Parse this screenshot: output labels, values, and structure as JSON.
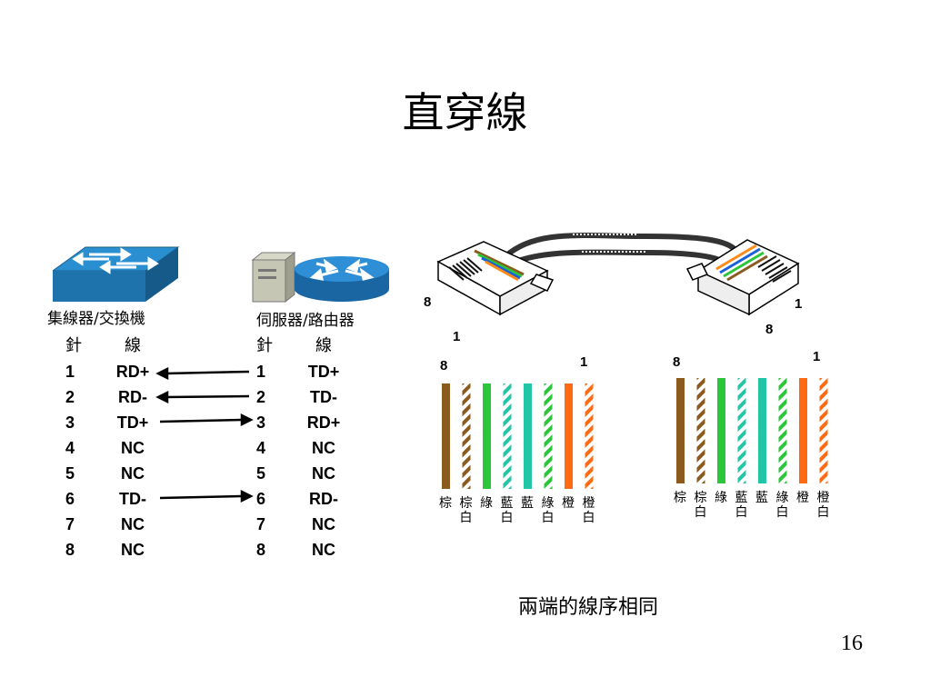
{
  "title": "直穿線",
  "left_device": {
    "label": "集線器/交換機",
    "icon": "switch-icon"
  },
  "right_device": {
    "label": "伺服器/路由器",
    "icon": "server-router-icon"
  },
  "left_header": {
    "pin": "針",
    "wire": "線"
  },
  "right_header": {
    "pin": "針",
    "wire": "線"
  },
  "left_pins": [
    {
      "pin": "1",
      "sig": "RD+"
    },
    {
      "pin": "2",
      "sig": "RD-"
    },
    {
      "pin": "3",
      "sig": "TD+"
    },
    {
      "pin": "4",
      "sig": "NC"
    },
    {
      "pin": "5",
      "sig": "NC"
    },
    {
      "pin": "6",
      "sig": "TD-"
    },
    {
      "pin": "7",
      "sig": "NC"
    },
    {
      "pin": "8",
      "sig": "NC"
    }
  ],
  "right_pins": [
    {
      "pin": "1",
      "sig": "TD+"
    },
    {
      "pin": "2",
      "sig": "TD-"
    },
    {
      "pin": "3",
      "sig": "RD+"
    },
    {
      "pin": "4",
      "sig": "NC"
    },
    {
      "pin": "5",
      "sig": "NC"
    },
    {
      "pin": "6",
      "sig": "RD-"
    },
    {
      "pin": "7",
      "sig": "NC"
    },
    {
      "pin": "8",
      "sig": "NC"
    }
  ],
  "connector_labels": {
    "left_a": "8",
    "left_b": "1",
    "right_a": "1",
    "right_b": "8"
  },
  "wire_groups": {
    "left": {
      "top_left": "8",
      "top_right": "1"
    },
    "right": {
      "top_left": "8",
      "top_right": "1"
    }
  },
  "wires": [
    {
      "color": "#8B5A1E",
      "striped": false,
      "label": "棕",
      "sub": ""
    },
    {
      "color": "#8B5A1E",
      "striped": true,
      "label": "棕",
      "sub": "白"
    },
    {
      "color": "#2BC63A",
      "striped": false,
      "label": "綠",
      "sub": ""
    },
    {
      "color": "#22C6A6",
      "striped": true,
      "label": "藍",
      "sub": "白"
    },
    {
      "color": "#22C6A6",
      "striped": false,
      "label": "藍",
      "sub": ""
    },
    {
      "color": "#2BC63A",
      "striped": true,
      "label": "綠",
      "sub": "白"
    },
    {
      "color": "#FF6A13",
      "striped": false,
      "label": "橙",
      "sub": ""
    },
    {
      "color": "#FF6A13",
      "striped": true,
      "label": "橙",
      "sub": "白"
    }
  ],
  "caption": "兩端的線序相同",
  "page_number": "16"
}
